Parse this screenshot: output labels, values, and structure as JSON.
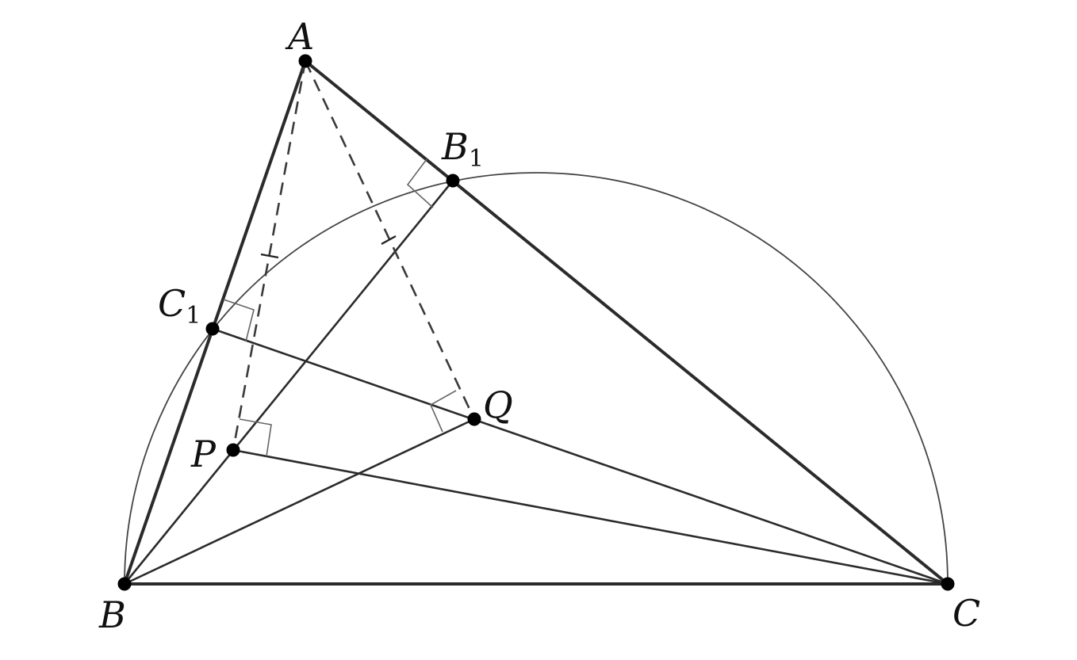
{
  "diagram": {
    "points": [
      {
        "id": "A",
        "label": "A",
        "sub": ""
      },
      {
        "id": "B1",
        "label": "B",
        "sub": "1"
      },
      {
        "id": "C1",
        "label": "C",
        "sub": "1"
      },
      {
        "id": "Q",
        "label": "Q",
        "sub": ""
      },
      {
        "id": "P",
        "label": "P",
        "sub": ""
      },
      {
        "id": "B",
        "label": "B",
        "sub": ""
      },
      {
        "id": "C",
        "label": "C",
        "sub": ""
      }
    ]
  }
}
